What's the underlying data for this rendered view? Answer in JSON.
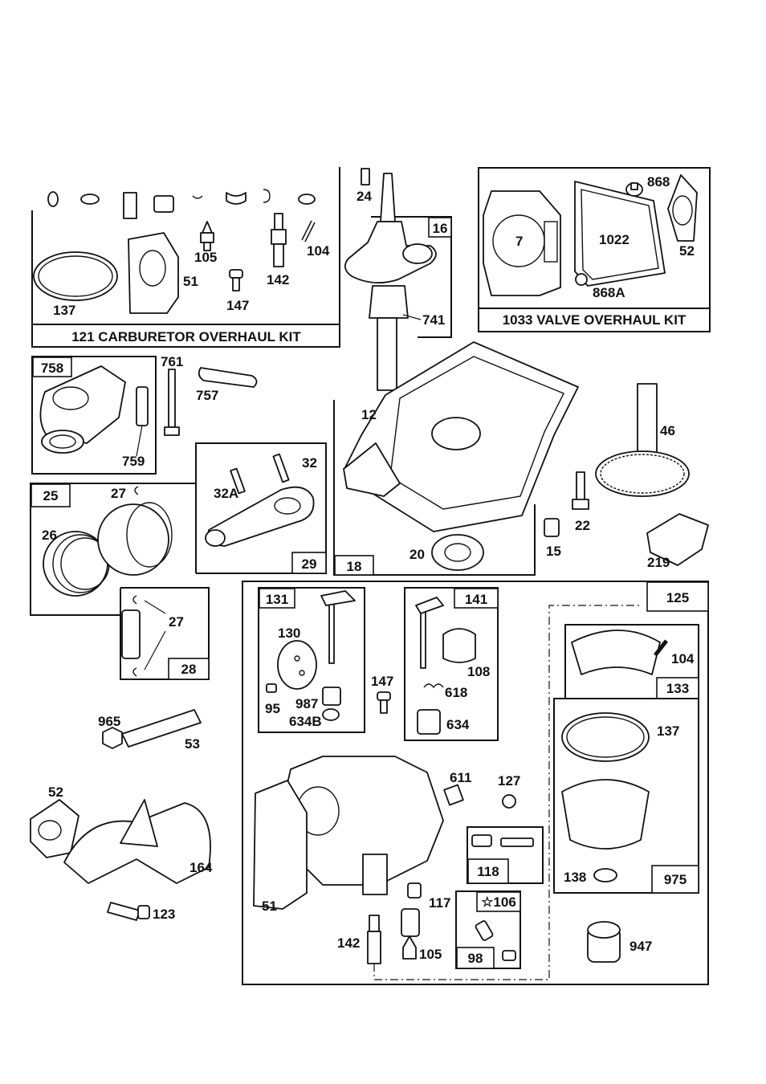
{
  "kits": {
    "carburetor": "121 CARBURETOR OVERHAUL KIT",
    "valve": "1033 VALVE OVERHAUL KIT"
  },
  "labels": {
    "p24": "24",
    "p16": "16",
    "p741": "741",
    "p868": "868",
    "p7": "7",
    "p1022": "1022",
    "p52a": "52",
    "p868A": "868A",
    "p105a": "105",
    "p142a": "142",
    "p104a": "104",
    "p51a": "51",
    "p147a": "147",
    "p137a": "137",
    "p758": "758",
    "p761": "761",
    "p757": "757",
    "p759": "759",
    "p12": "12",
    "p46": "46",
    "p32": "32",
    "p32A": "32A",
    "p29": "29",
    "p25": "25",
    "p27a": "27",
    "p26": "26",
    "p18": "18",
    "p20": "20",
    "p22": "22",
    "p15": "15",
    "p219": "219",
    "p27b": "27",
    "p28": "28",
    "p131": "131",
    "p130": "130",
    "p95": "95",
    "p987": "987",
    "p634B": "634B",
    "p141": "141",
    "p108": "108",
    "p618": "618",
    "p634": "634",
    "p147b": "147",
    "p125": "125",
    "p104b": "104",
    "p133": "133",
    "p137b": "137",
    "p965": "965",
    "p53": "53",
    "p52b": "52",
    "p164": "164",
    "p123": "123",
    "p611": "611",
    "p127": "127",
    "p118": "118",
    "p106": "☆106",
    "p117": "117",
    "p51b": "51",
    "p142b": "142",
    "p105b": "105",
    "p98": "98",
    "p138": "138",
    "p975": "975",
    "p947": "947"
  }
}
